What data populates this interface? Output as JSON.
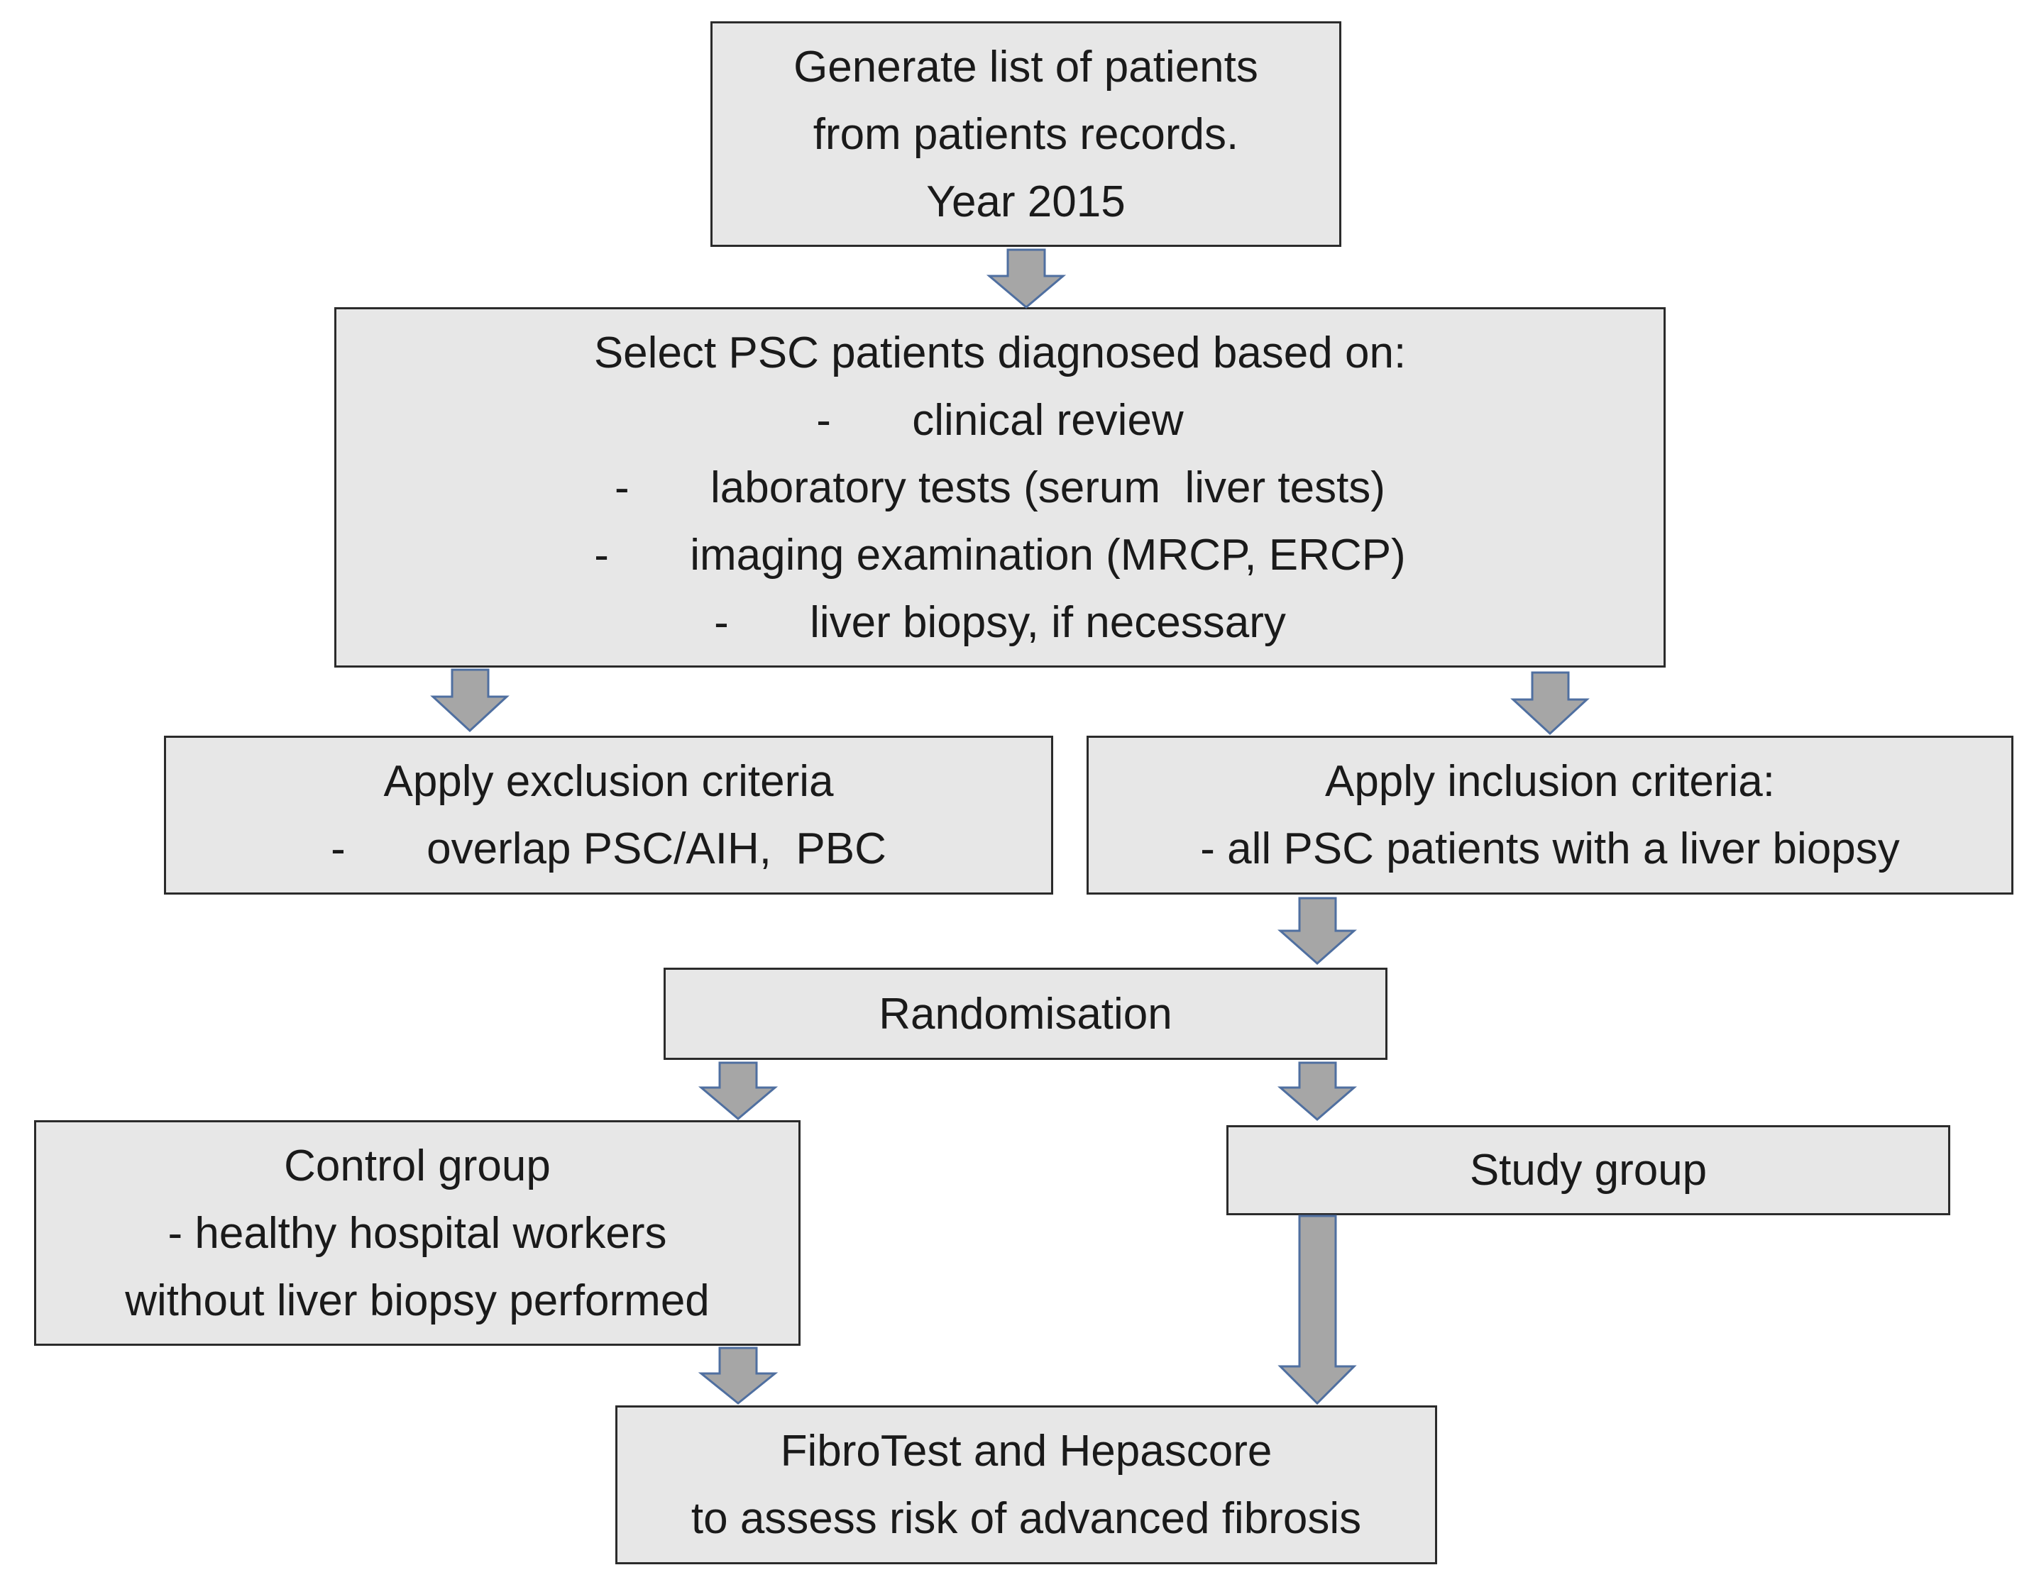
{
  "colors": {
    "box_fill": "#e7e7e7",
    "box_border": "#2b2b2b",
    "arrow_fill": "#a6a6a6",
    "arrow_stroke": "#4f6fa0"
  },
  "boxes": {
    "generate": {
      "lines": [
        "Generate list of patients",
        "from patients records.",
        "Year 2015"
      ]
    },
    "select": {
      "heading": "Select PSC patients diagnosed based on:",
      "items": [
        {
          "bullet": "-",
          "text": "clinical review"
        },
        {
          "bullet": "-",
          "text": "laboratory tests (serum  liver tests)"
        },
        {
          "bullet": "-",
          "text": "imaging examination (MRCP, ERCP)"
        },
        {
          "bullet": "-",
          "text": "liver biopsy, if necessary"
        }
      ]
    },
    "exclusion": {
      "heading": "Apply exclusion criteria",
      "bullet": "-",
      "text": "overlap PSC/AIH,  PBC"
    },
    "inclusion": {
      "lines": [
        "Apply inclusion criteria:",
        "- all PSC patients with a liver biopsy"
      ]
    },
    "randomisation": {
      "label": "Randomisation"
    },
    "control": {
      "lines": [
        "Control group",
        "- healthy hospital workers",
        "without liver biopsy performed"
      ]
    },
    "study": {
      "label": "Study group"
    },
    "fibrotest": {
      "lines": [
        "FibroTest and Hepascore",
        "to assess risk of advanced fibrosis"
      ]
    }
  },
  "arrows": [
    {
      "name": "arrow-generate-to-select",
      "from": "generate",
      "to": "select"
    },
    {
      "name": "arrow-select-to-exclusion",
      "from": "select",
      "to": "exclusion"
    },
    {
      "name": "arrow-select-to-inclusion",
      "from": "select",
      "to": "inclusion"
    },
    {
      "name": "arrow-inclusion-to-randomisation",
      "from": "inclusion",
      "to": "randomisation"
    },
    {
      "name": "arrow-randomisation-to-control",
      "from": "randomisation",
      "to": "control"
    },
    {
      "name": "arrow-randomisation-to-study",
      "from": "randomisation",
      "to": "study"
    },
    {
      "name": "arrow-control-to-fibrotest",
      "from": "control",
      "to": "fibrotest"
    },
    {
      "name": "arrow-study-to-fibrotest",
      "from": "study",
      "to": "fibrotest"
    }
  ]
}
